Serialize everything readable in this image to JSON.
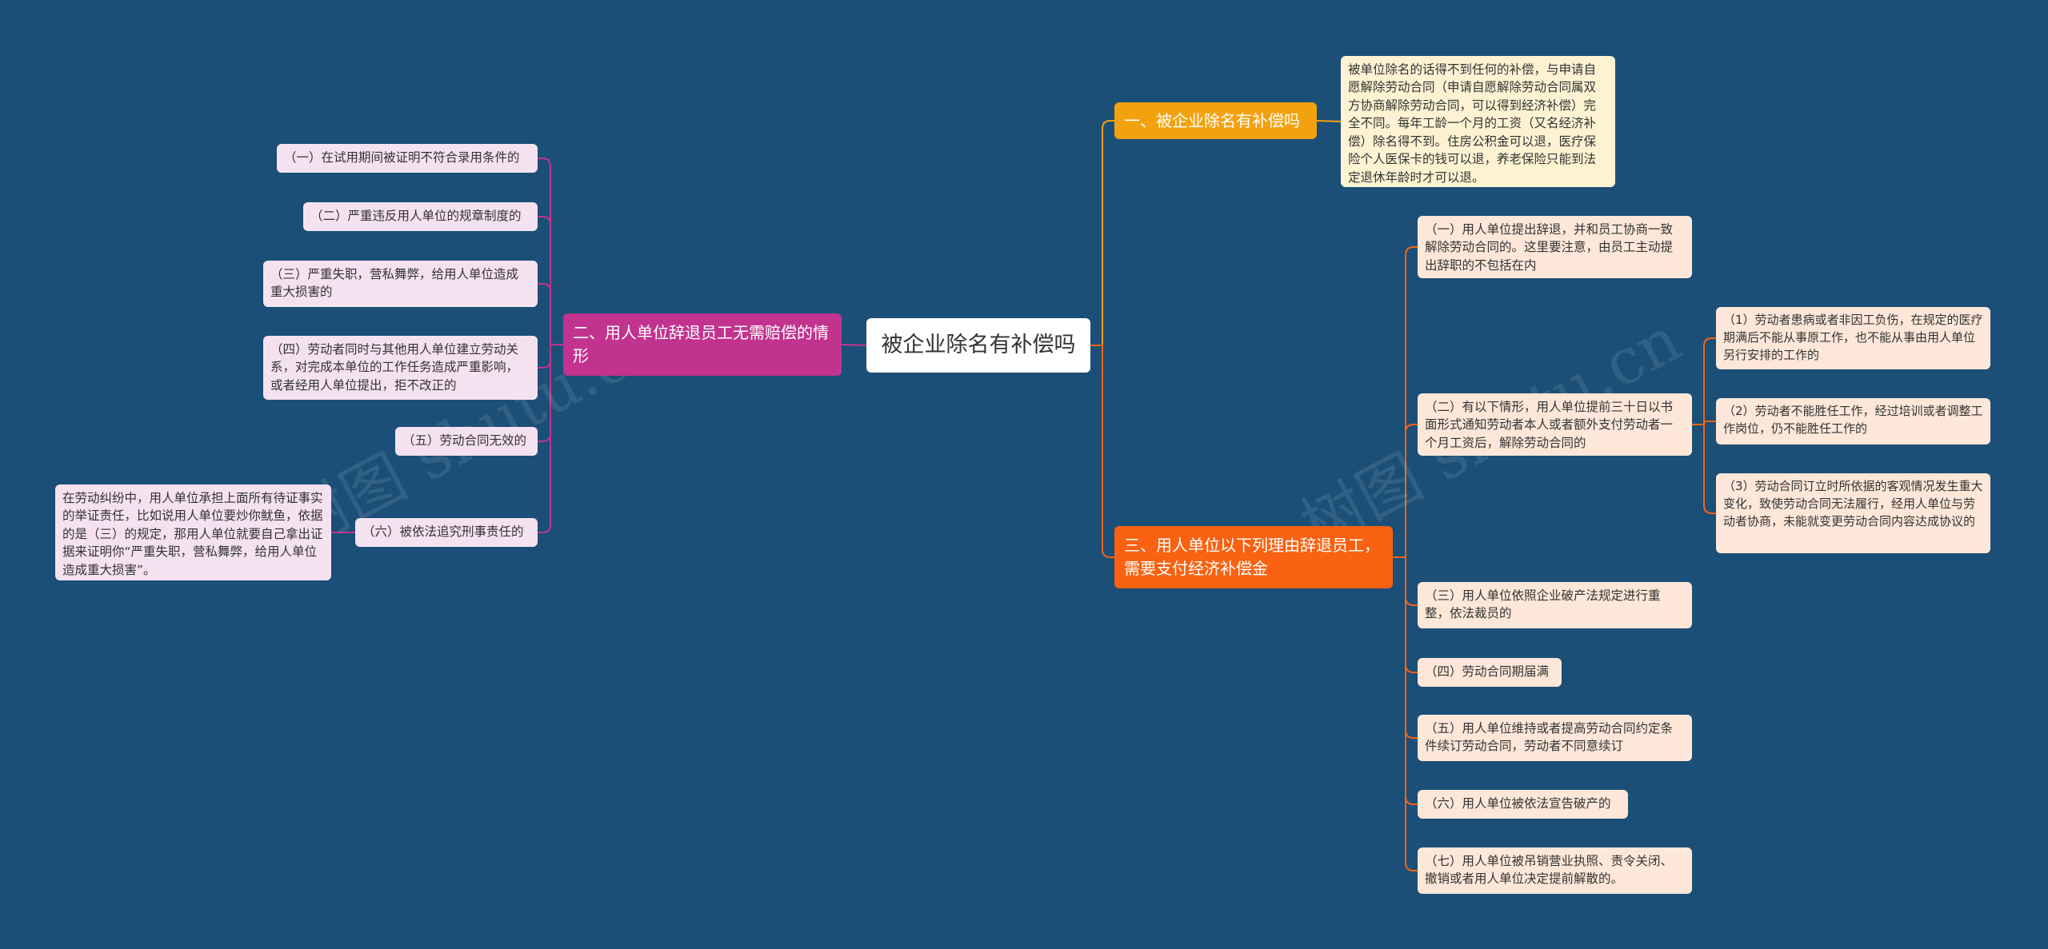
{
  "watermarks": [
    "树图 shutu.cn",
    "树图 shutu.cn"
  ],
  "root": {
    "label": "被企业除名有补偿吗"
  },
  "colors": {
    "background": "#1b4f77",
    "branch1": "#f3a20f",
    "branch2": "#c2338f",
    "branch3": "#f86212",
    "leaf_yellow": "#fdf3d3",
    "leaf_pink": "#f5e2f1",
    "leaf_peach": "#fde7d8"
  },
  "branches": {
    "b1": {
      "label": "一、被企业除名有补偿吗",
      "note": "被单位除名的话得不到任何的补偿，与申请自愿解除劳动合同（申请自愿解除劳动合同属双方协商解除劳动合同，可以得到经济补偿）完全不同。每年工龄一个月的工资（又名经济补偿）除名得不到。住房公积金可以退，医疗保险个人医保卡的钱可以退，养老保险只能到法定退休年龄时才可以退。"
    },
    "b2": {
      "label": "二、用人单位辞退员工无需赔偿的情形",
      "items": [
        "（一）在试用期间被证明不符合录用条件的",
        "（二）严重违反用人单位的规章制度的",
        "（三）严重失职，营私舞弊，给用人单位造成重大损害的",
        "（四）劳动者同时与其他用人单位建立劳动关系，对完成本单位的工作任务造成严重影响，或者经用人单位提出，拒不改正的",
        "（五）劳动合同无效的",
        "（六）被依法追究刑事责任的"
      ],
      "item6_note": "在劳动纠纷中，用人单位承担上面所有待证事实的举证责任，比如说用人单位要炒你鱿鱼，依据的是（三）的规定，那用人单位就要自己拿出证据来证明你“严重失职，营私舞弊，给用人单位造成重大损害”。"
    },
    "b3": {
      "label": "三、用人单位以下列理由辞退员工，需要支付经济补偿金",
      "items": [
        "（一）用人单位提出辞退，并和员工协商一致解除劳动合同的。这里要注意，由员工主动提出辞职的不包括在内",
        "（二）有以下情形，用人单位提前三十日以书面形式通知劳动者本人或者额外支付劳动者一个月工资后，解除劳动合同的",
        "（三）用人单位依照企业破产法规定进行重整，依法裁员的",
        "（四）劳动合同期届满",
        "（五）用人单位维持或者提高劳动合同约定条件续订劳动合同，劳动者不同意续订",
        "（六）用人单位被依法宣告破产的",
        "（七）用人单位被吊销营业执照、责令关闭、撤销或者用人单位决定提前解散的。"
      ],
      "sub_items": [
        "（1）劳动者患病或者非因工负伤，在规定的医疗期满后不能从事原工作，也不能从事由用人单位另行安排的工作的",
        "（2）劳动者不能胜任工作，经过培训或者调整工作岗位，仍不能胜任工作的",
        "（3）劳动合同订立时所依据的客观情况发生重大变化，致使劳动合同无法履行，经用人单位与劳动者协商，未能就变更劳动合同内容达成协议的"
      ]
    }
  }
}
